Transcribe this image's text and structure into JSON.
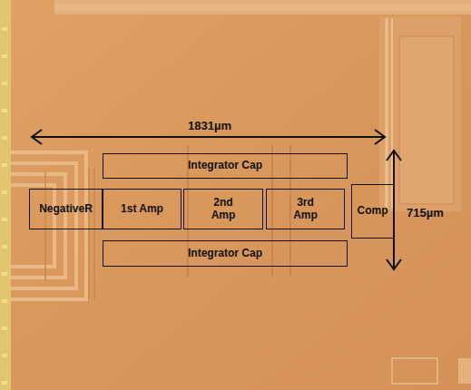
{
  "diagram": {
    "nodes": [
      {
        "text": [
          "Integrator Cap"
        ]
      },
      {
        "text": [
          "NegativeR"
        ]
      },
      {
        "text": [
          "1st Amp"
        ]
      },
      {
        "text": [
          "2nd Amp"
        ]
      },
      {
        "text": [
          "3rd Amp"
        ]
      },
      {
        "text": [
          "Comp"
        ]
      },
      {
        "text": [
          "Integrator Cap"
        ]
      }
    ],
    "labels": [
      "1831µm",
      "715µm"
    ]
  }
}
